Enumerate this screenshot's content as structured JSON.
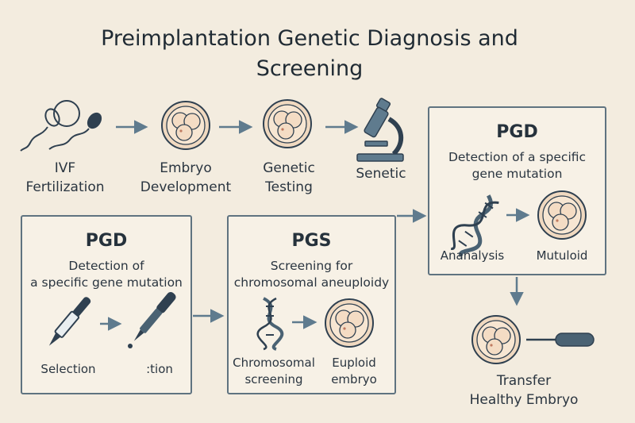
{
  "title": {
    "line1": "Preimplantation Genetic Diagnosis and",
    "line2": "Screening"
  },
  "flow": {
    "ivf": {
      "line1": "IVF",
      "line2": "Fertilization",
      "icon": "sperm-egg-icon"
    },
    "embryo": {
      "line1": "Embryo",
      "line2": "Development",
      "icon": "embryo-icon"
    },
    "testing": {
      "line1": "Genetic",
      "line2": "Testing",
      "icon": "embryo-icon"
    },
    "senetic": {
      "label": "Senetic",
      "icon": "microscope-icon"
    }
  },
  "pgd_right": {
    "title": "PGD",
    "sub1": "Detection of a specific",
    "sub2": "gene mutation",
    "left_label": "Ananalysis",
    "right_label": "Mutuloid",
    "icons": [
      "dna-icon",
      "embryo-icon"
    ]
  },
  "pgd_left": {
    "title": "PGD",
    "sub1": "Detection of",
    "sub2": "a specific gene mutation",
    "left_label": "Selection",
    "right_label": ":tion",
    "icons": [
      "pipette-icon",
      "pipette-icon"
    ]
  },
  "pgs": {
    "title": "PGS",
    "sub1": "Screening for",
    "sub2": "chromosomal aneuploidy",
    "left_line1": "Chromosomal",
    "left_line2": "screening",
    "right_line1": "Euploid",
    "right_line2": "embryo",
    "icons": [
      "dna-icon",
      "embryo-icon"
    ]
  },
  "transfer": {
    "line1": "Transfer",
    "line2": "Healthy Embryo",
    "icons": [
      "embryo-icon",
      "catheter-icon"
    ]
  },
  "colors": {
    "background": "#f3ecdf",
    "stroke": "#2f4050",
    "accent": "#5f7b8e",
    "embryo_fill": "#f0d9c0",
    "embryo_ring": "#e9c9a8"
  }
}
